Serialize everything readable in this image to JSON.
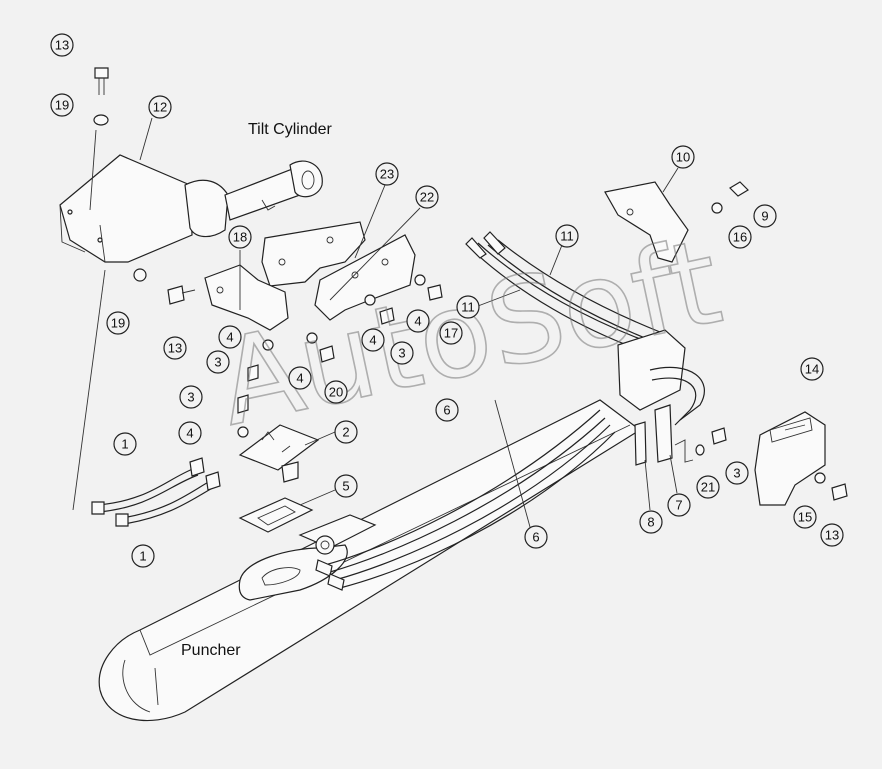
{
  "labels": {
    "tilt_cylinder": "Tilt Cylinder",
    "puncher": "Puncher",
    "watermark": "AutoSoft"
  },
  "callouts": [
    {
      "num": "13"
    },
    {
      "num": "19"
    },
    {
      "num": "12"
    },
    {
      "num": "10"
    },
    {
      "num": "9"
    },
    {
      "num": "16"
    },
    {
      "num": "23"
    },
    {
      "num": "22"
    },
    {
      "num": "18"
    },
    {
      "num": "11"
    },
    {
      "num": "11"
    },
    {
      "num": "19"
    },
    {
      "num": "13"
    },
    {
      "num": "4"
    },
    {
      "num": "4"
    },
    {
      "num": "17"
    },
    {
      "num": "4"
    },
    {
      "num": "3"
    },
    {
      "num": "3"
    },
    {
      "num": "4"
    },
    {
      "num": "20"
    },
    {
      "num": "3"
    },
    {
      "num": "4"
    },
    {
      "num": "2"
    },
    {
      "num": "6"
    },
    {
      "num": "6"
    },
    {
      "num": "1"
    },
    {
      "num": "1"
    },
    {
      "num": "5"
    },
    {
      "num": "14"
    },
    {
      "num": "3"
    },
    {
      "num": "21"
    },
    {
      "num": "7"
    },
    {
      "num": "8"
    },
    {
      "num": "15"
    },
    {
      "num": "13"
    }
  ]
}
